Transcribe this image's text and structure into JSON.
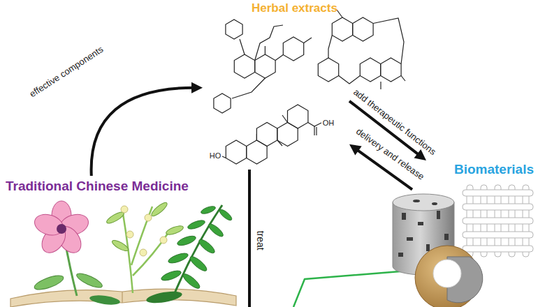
{
  "diagram": {
    "nodes": [
      {
        "text": [
          "Herbal extracts"
        ]
      },
      {
        "text": [
          "Traditional Chinese Medicine"
        ]
      },
      {
        "text": [
          "Biomaterials"
        ]
      }
    ],
    "edges": [
      {
        "from": 1,
        "to": 0,
        "label": "effective components",
        "arrow": "to"
      },
      {
        "from": 0,
        "to": 2,
        "label": "add therapeutic functions",
        "arrow": "to"
      },
      {
        "from": 2,
        "to": 0,
        "label": "delivery and release",
        "arrow": "to"
      }
    ],
    "labels": [
      "treat",
      "HO",
      "OH"
    ]
  }
}
